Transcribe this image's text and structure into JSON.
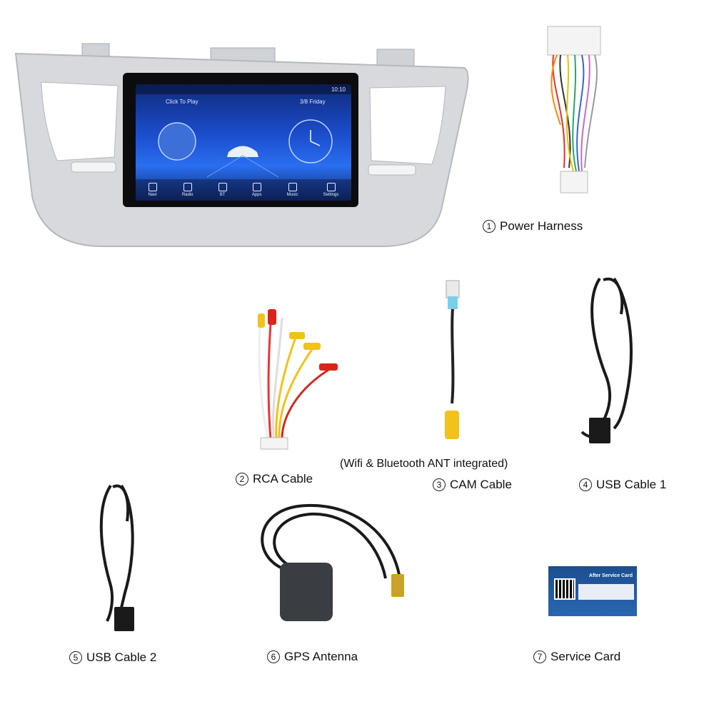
{
  "items": [
    {
      "num": "1",
      "label": "Power Harness"
    },
    {
      "num": "2",
      "label": "RCA Cable"
    },
    {
      "num": "3",
      "label": "CAM Cable"
    },
    {
      "num": "4",
      "label": "USB Cable 1"
    },
    {
      "num": "5",
      "label": "USB Cable 2"
    },
    {
      "num": "6",
      "label": "GPS Antenna"
    },
    {
      "num": "7",
      "label": "Service Card"
    }
  ],
  "notes": {
    "wifi_bt": "(Wifi & Bluetooth ANT integrated)"
  },
  "screen": {
    "time": "10:10",
    "left_title": "Click To Play",
    "right_title": "3/8 Friday",
    "dock": [
      "Navi",
      "Radio",
      "BT",
      "Apps",
      "Music",
      "Settings"
    ]
  },
  "service_card": {
    "title": "After Service Card"
  },
  "colors": {
    "frame": "#d7d9dc",
    "screen_blue": "#1c4fd0",
    "cable_black": "#1a1a1a",
    "rca_red": "#d9261c",
    "rca_yellow": "#f2c21b",
    "card_blue": "#1b4f8f"
  }
}
